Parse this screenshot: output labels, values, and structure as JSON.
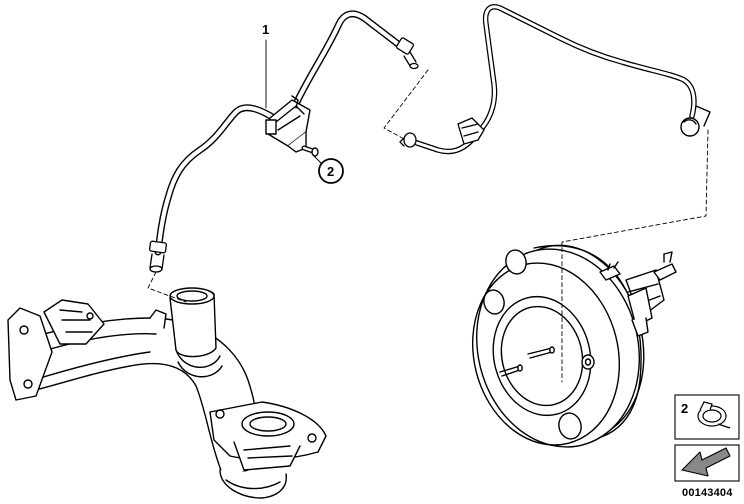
{
  "diagram": {
    "callouts": [
      {
        "id": "callout-1",
        "label": "1"
      },
      {
        "id": "callout-2",
        "label": "2"
      }
    ],
    "legend": {
      "item_label": "2",
      "icons": [
        "hose-clamp-icon",
        "arrow-icon"
      ]
    },
    "drawing_number": "00143404"
  },
  "colors": {
    "line": "#000000",
    "background": "#ffffff",
    "legend_arrow_fill": "#888888"
  }
}
